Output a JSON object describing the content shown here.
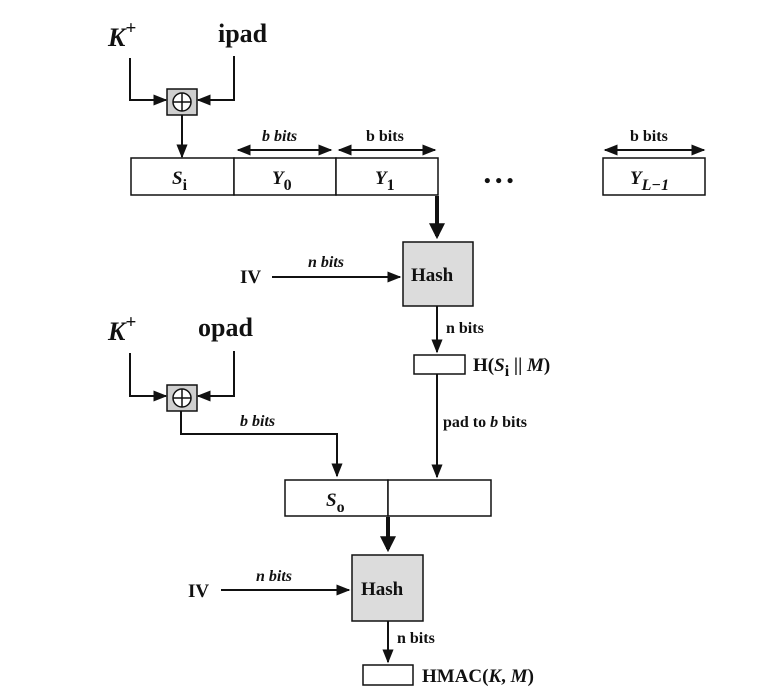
{
  "inputs": {
    "key_top": "K",
    "key_top_sup": "+",
    "ipad": "ipad",
    "key_bottom": "K",
    "key_bottom_sup": "+",
    "opad": "opad"
  },
  "blocks": {
    "si": "S",
    "si_sub": "i",
    "y0": "Y",
    "y0_sub": "0",
    "y1": "Y",
    "y1_sub": "1",
    "ylast": "Y",
    "ylast_sub": "L−1",
    "so": "S",
    "so_sub": "o"
  },
  "widths": {
    "b_bits_1": "b bits",
    "b_bits_2": "b bits",
    "b_bits_3": "b bits",
    "b_bits_opad": "b bits",
    "n_bits_iv1": "n bits",
    "n_bits_out1": "n bits",
    "n_bits_iv2": "n bits",
    "n_bits_out2": "n bits",
    "pad_prefix": "pad to ",
    "pad_b": "b",
    "pad_suffix": " bits"
  },
  "labels": {
    "iv1": "IV",
    "iv2": "IV",
    "hash1": "Hash",
    "hash2": "Hash",
    "ellipsis": "•   •   •",
    "inner_hash_h": "H(",
    "inner_hash_s": "S",
    "inner_hash_s_sub": "i",
    "inner_hash_sep": " || ",
    "inner_hash_m": "M",
    "inner_hash_close": ")",
    "hmac_prefix": "HMAC(",
    "hmac_k": "K",
    "hmac_sep": ", ",
    "hmac_m": "M",
    "hmac_close": ")"
  },
  "symbols": {
    "xor_top": "xor-icon",
    "xor_bottom": "xor-icon"
  }
}
